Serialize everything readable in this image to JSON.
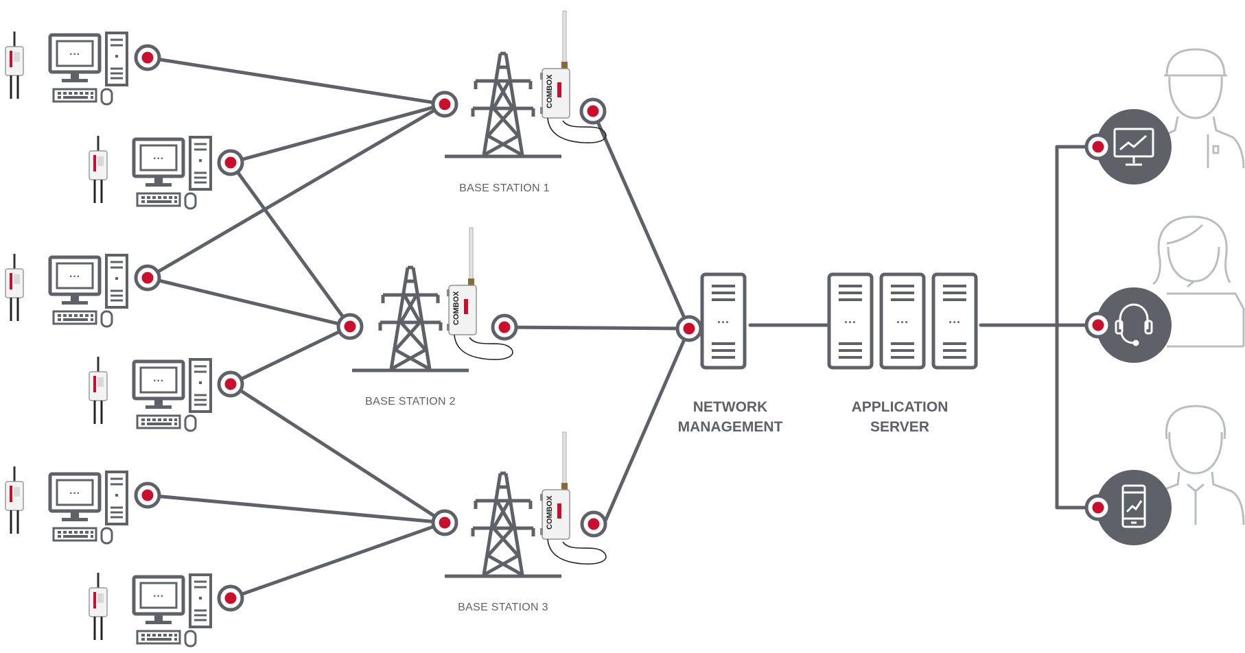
{
  "diagram": {
    "base_stations": [
      {
        "label": "BASE STATION 1"
      },
      {
        "label": "BASE STATION 2"
      },
      {
        "label": "BASE STATION 3"
      }
    ],
    "network_management": {
      "line1": "NETWORK",
      "line2": "MANAGEMENT"
    },
    "application_server": {
      "line1": "APPLICATION",
      "line2": "SERVER"
    },
    "device_text": "COMBOX",
    "colors": {
      "line": "#5e6168",
      "node_dot": "#c8102e",
      "device_stroke": "#5e6168",
      "user_stroke": "#b9bcc1",
      "app_circle": "#5e6168"
    },
    "icons": [
      "sensor-icon",
      "desktop-computer-icon",
      "transmission-tower-icon",
      "combox-gateway-icon",
      "server-rack-icon",
      "monitor-chart-icon",
      "headset-icon",
      "smartphone-chart-icon",
      "user-silhouette-icon"
    ]
  }
}
